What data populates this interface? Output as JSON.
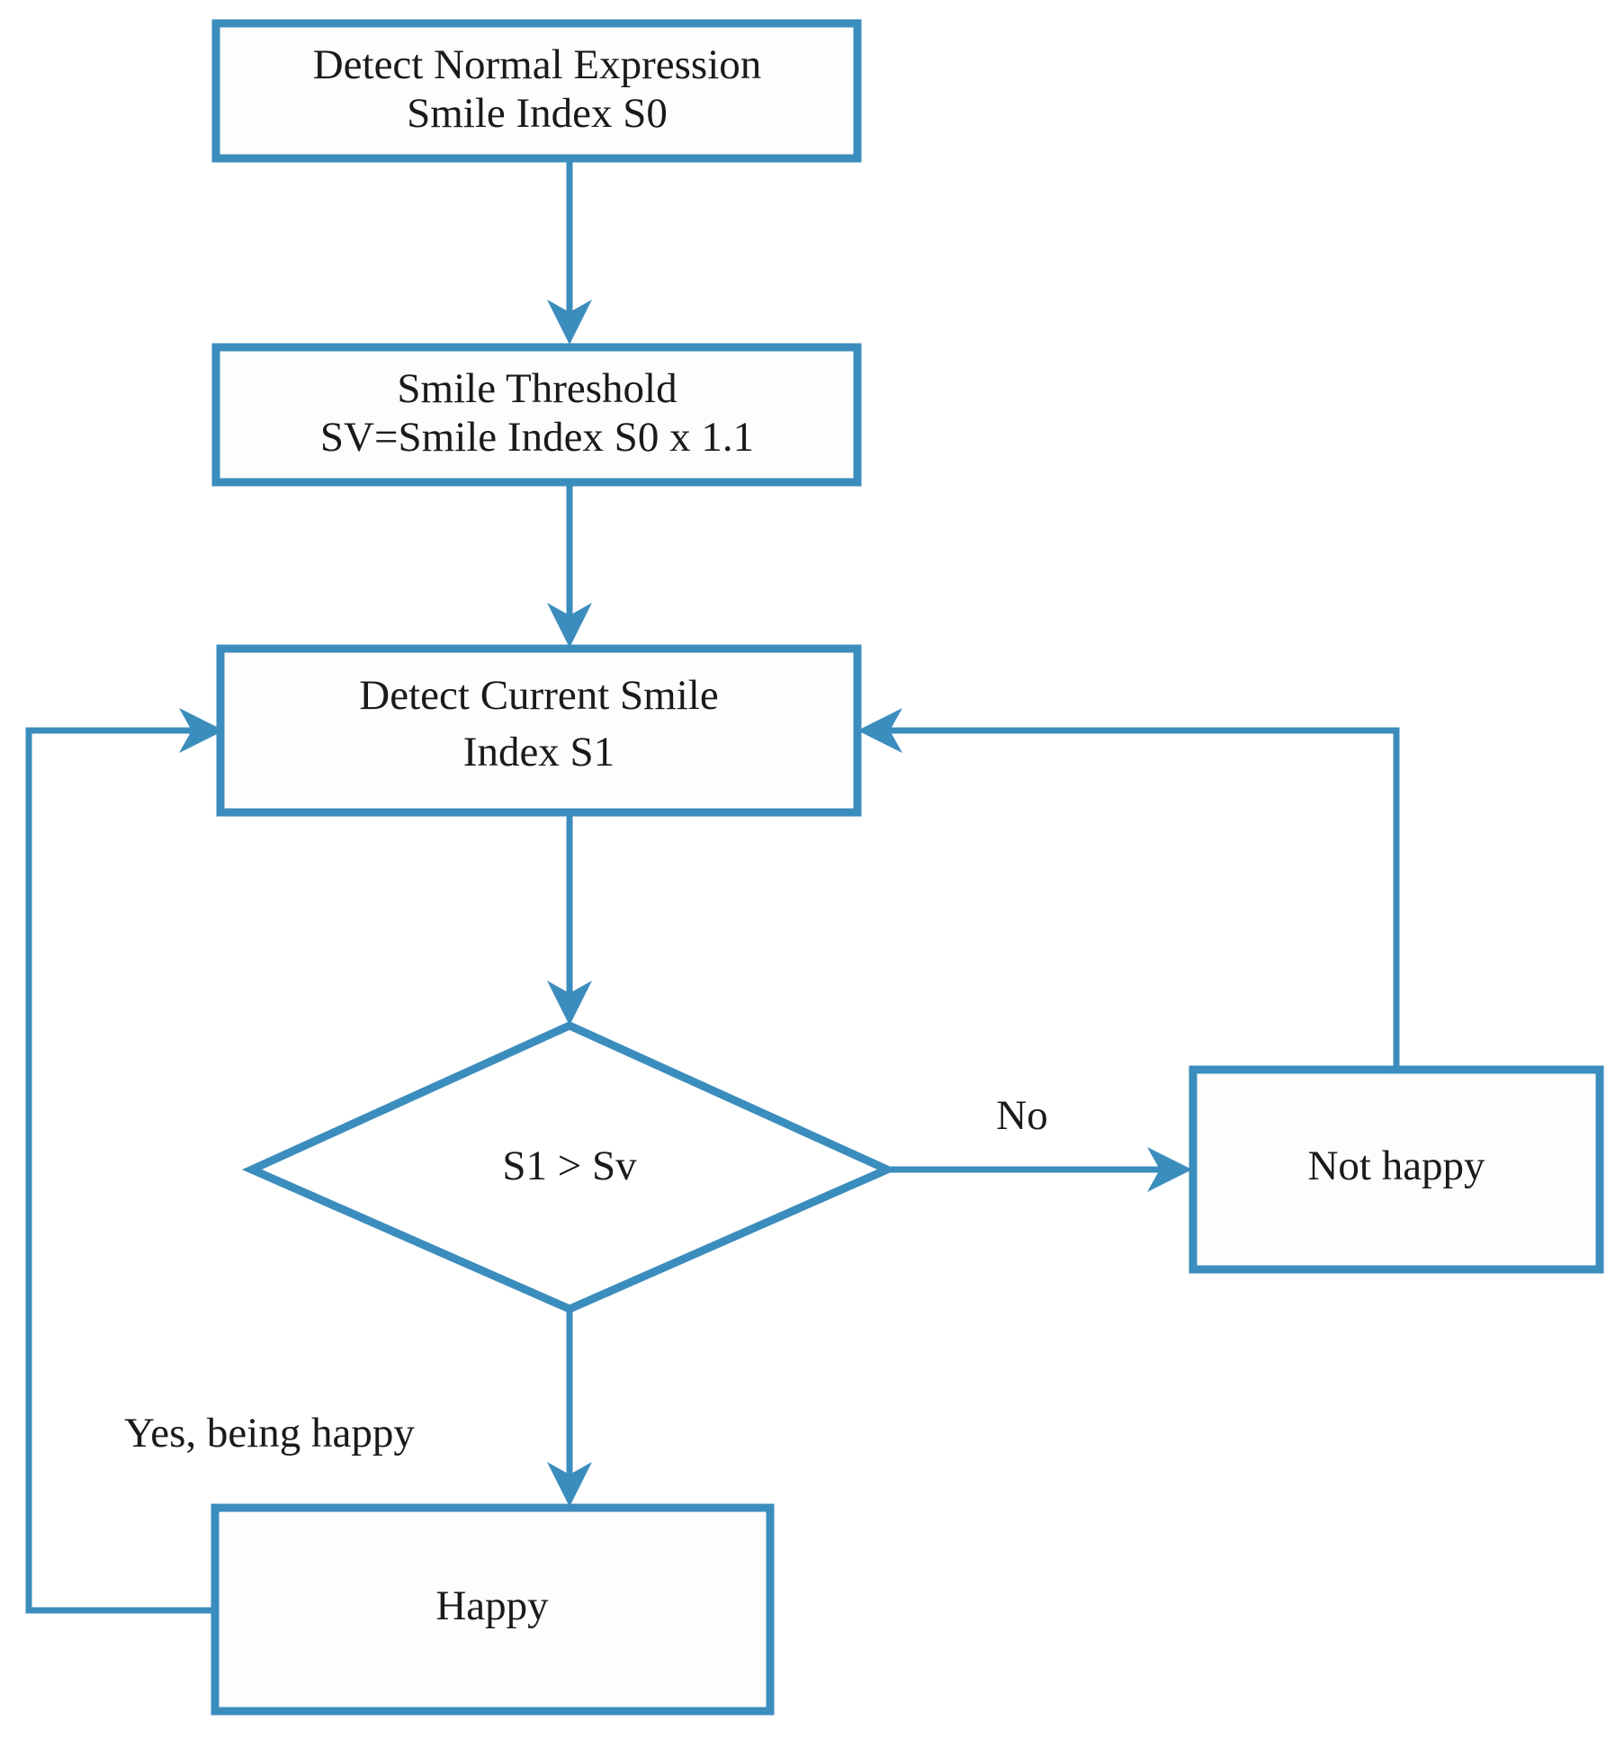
{
  "diagram": {
    "type": "flowchart",
    "title": "Smile detection happiness decision flowchart",
    "accent_color": "#3b8dbd",
    "text_color": "#1a1a1a",
    "background_color": "#ffffff",
    "nodes": [
      {
        "id": "detect-normal-expression",
        "shape": "process",
        "line1": "Detect Normal Expression",
        "line2": "Smile Index S0"
      },
      {
        "id": "smile-threshold",
        "shape": "process",
        "line1": "Smile Threshold",
        "line2": "SV=Smile Index S0 x 1.1"
      },
      {
        "id": "detect-current-smile",
        "shape": "process",
        "line1": "Detect Current Smile",
        "line2": "Index S1"
      },
      {
        "id": "decision-s1-gt-sv",
        "shape": "decision",
        "line1": "S1 > Sv"
      },
      {
        "id": "not-happy",
        "shape": "process",
        "line1": "Not happy"
      },
      {
        "id": "happy",
        "shape": "process",
        "line1": "Happy"
      }
    ],
    "edges": [
      {
        "id": "edge-normal-to-threshold",
        "from": "detect-normal-expression",
        "to": "smile-threshold",
        "label": ""
      },
      {
        "id": "edge-threshold-to-detect",
        "from": "smile-threshold",
        "to": "detect-current-smile",
        "label": ""
      },
      {
        "id": "edge-detect-to-decision",
        "from": "detect-current-smile",
        "to": "decision-s1-gt-sv",
        "label": ""
      },
      {
        "id": "edge-decision-to-not-happy",
        "from": "decision-s1-gt-sv",
        "to": "not-happy",
        "label": "No"
      },
      {
        "id": "edge-decision-to-happy",
        "from": "decision-s1-gt-sv",
        "to": "happy",
        "label": "Yes, being happy"
      },
      {
        "id": "edge-not-happy-loopback",
        "from": "not-happy",
        "to": "detect-current-smile",
        "label": ""
      },
      {
        "id": "edge-happy-loopback",
        "from": "happy",
        "to": "detect-current-smile",
        "label": ""
      }
    ]
  }
}
